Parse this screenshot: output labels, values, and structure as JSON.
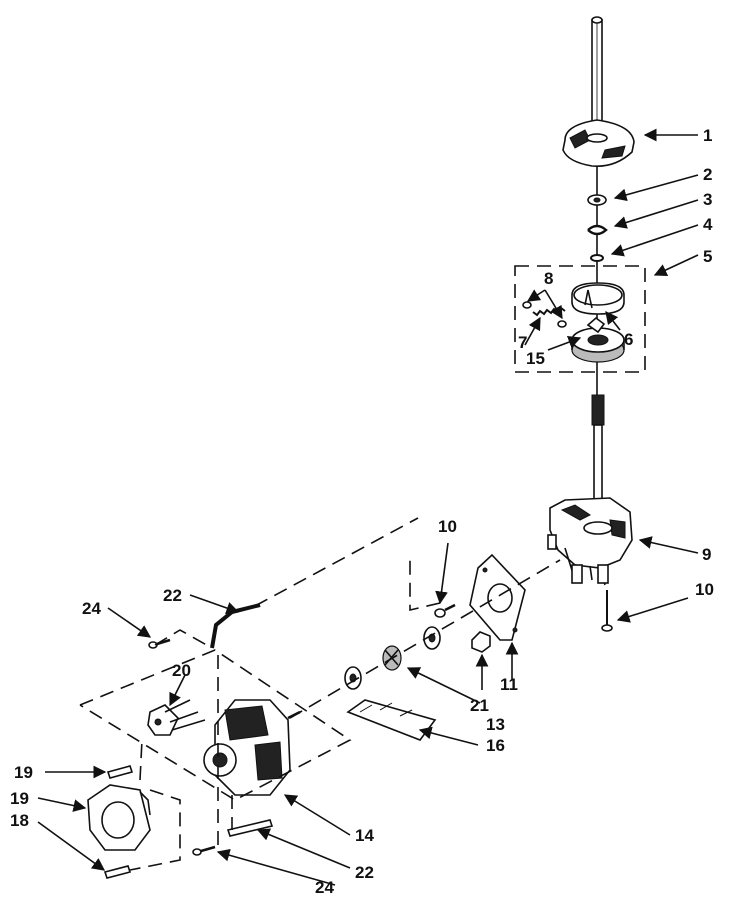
{
  "diagram": {
    "callouts": [
      {
        "id": "c1",
        "text": "1"
      },
      {
        "id": "c2",
        "text": "2"
      },
      {
        "id": "c3",
        "text": "3"
      },
      {
        "id": "c4",
        "text": "4"
      },
      {
        "id": "c5",
        "text": "5"
      },
      {
        "id": "c8",
        "text": "8"
      },
      {
        "id": "c6",
        "text": "6"
      },
      {
        "id": "c7",
        "text": "7"
      },
      {
        "id": "c15",
        "text": "15"
      },
      {
        "id": "c9",
        "text": "9"
      },
      {
        "id": "c10a",
        "text": "10"
      },
      {
        "id": "c10b",
        "text": "10"
      },
      {
        "id": "c11",
        "text": "11"
      },
      {
        "id": "c21",
        "text": "21"
      },
      {
        "id": "c13",
        "text": "13"
      },
      {
        "id": "c16",
        "text": "16"
      },
      {
        "id": "c14",
        "text": "14"
      },
      {
        "id": "c22a",
        "text": "22"
      },
      {
        "id": "c22b",
        "text": "22"
      },
      {
        "id": "c24a",
        "text": "24"
      },
      {
        "id": "c24b",
        "text": "24"
      },
      {
        "id": "c20",
        "text": "20"
      },
      {
        "id": "c19a",
        "text": "19"
      },
      {
        "id": "c19b",
        "text": "19"
      },
      {
        "id": "c18",
        "text": "18"
      }
    ]
  }
}
